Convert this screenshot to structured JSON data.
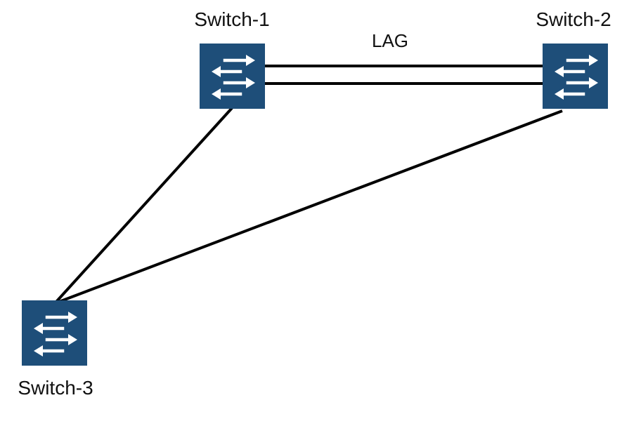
{
  "diagram": {
    "nodes": [
      {
        "id": "sw1",
        "label": "Switch-1",
        "icon": "network-switch-icon"
      },
      {
        "id": "sw2",
        "label": "Switch-2",
        "icon": "network-switch-icon"
      },
      {
        "id": "sw3",
        "label": "Switch-3",
        "icon": "network-switch-icon"
      }
    ],
    "links": [
      {
        "from": "sw1",
        "to": "sw2",
        "label": "LAG",
        "members": 2
      },
      {
        "from": "sw1",
        "to": "sw3",
        "label": "",
        "members": 1
      },
      {
        "from": "sw2",
        "to": "sw3",
        "label": "",
        "members": 1
      }
    ]
  },
  "colors": {
    "switch_fill": "#1e4e79",
    "switch_arrow": "#ffffff",
    "link_line": "#000000",
    "background": "#ffffff"
  }
}
